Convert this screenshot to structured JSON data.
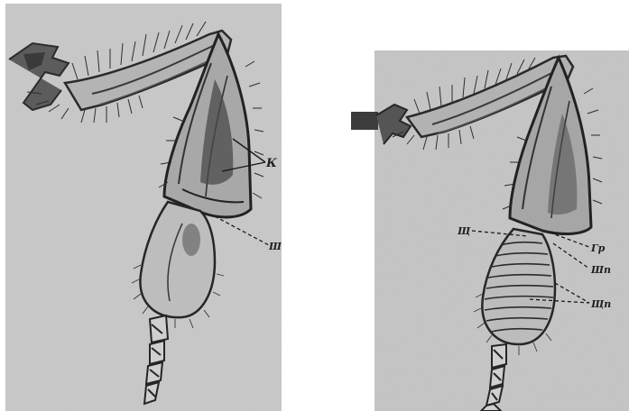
{
  "figure": {
    "left_panel": {
      "labels": {
        "k": "К",
        "shp": "Шп"
      }
    },
    "right_panel": {
      "labels": {
        "shch": "Щ",
        "gr": "Гр",
        "shp_a": "Шп",
        "shp_b": "Щп"
      }
    }
  }
}
